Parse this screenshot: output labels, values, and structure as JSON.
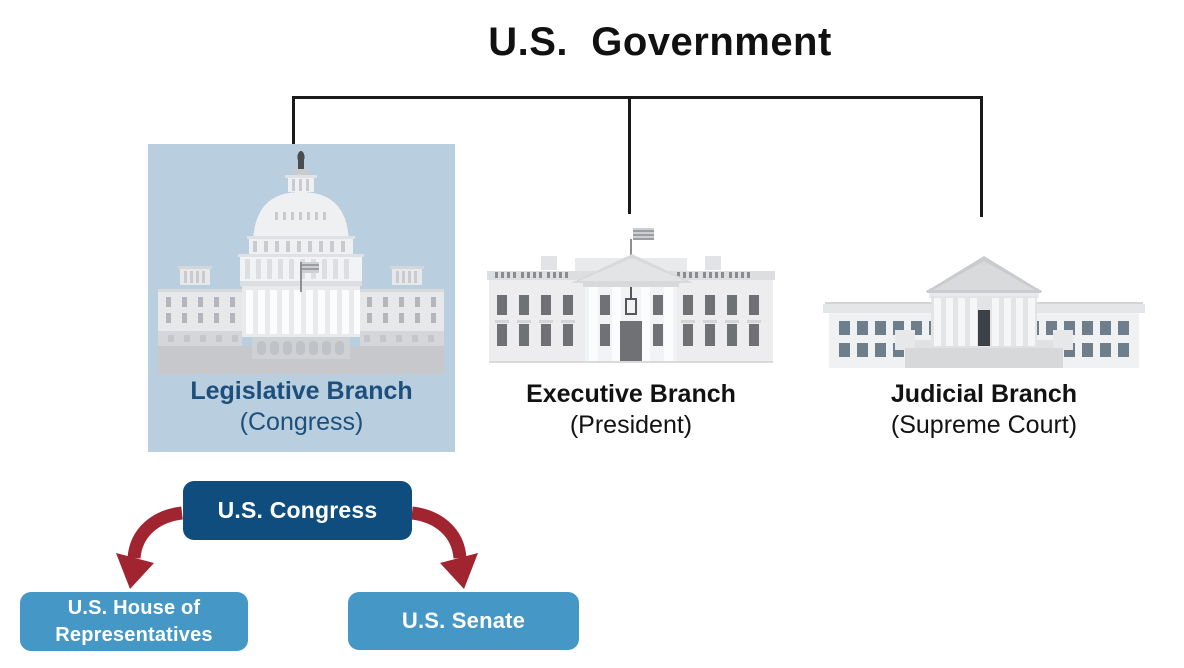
{
  "title": "U.S.  Government",
  "branches": [
    {
      "name": "Legislative Branch",
      "subtitle": "(Congress)",
      "icon": "capitol-building",
      "highlighted": true
    },
    {
      "name": "Executive Branch",
      "subtitle": "(President)",
      "icon": "white-house-building",
      "highlighted": false
    },
    {
      "name": "Judicial Branch",
      "subtitle": "(Supreme Court)",
      "icon": "supreme-court-building",
      "highlighted": false
    }
  ],
  "congress": {
    "root_label": "U.S. Congress",
    "children": [
      {
        "label_lines": [
          "U.S. House of",
          "Representatives"
        ]
      },
      {
        "label_lines": [
          "U.S. Senate"
        ]
      }
    ]
  },
  "colors": {
    "highlight_panel_bg": "#b9cedf",
    "legislative_text": "#1d4f7c",
    "congress_box_bg": "#0e4d7d",
    "chamber_box_bg": "#4598c6",
    "arrow_red": "#a12431",
    "connector_line": "#1a1a1a",
    "box_text": "#ffffff"
  }
}
